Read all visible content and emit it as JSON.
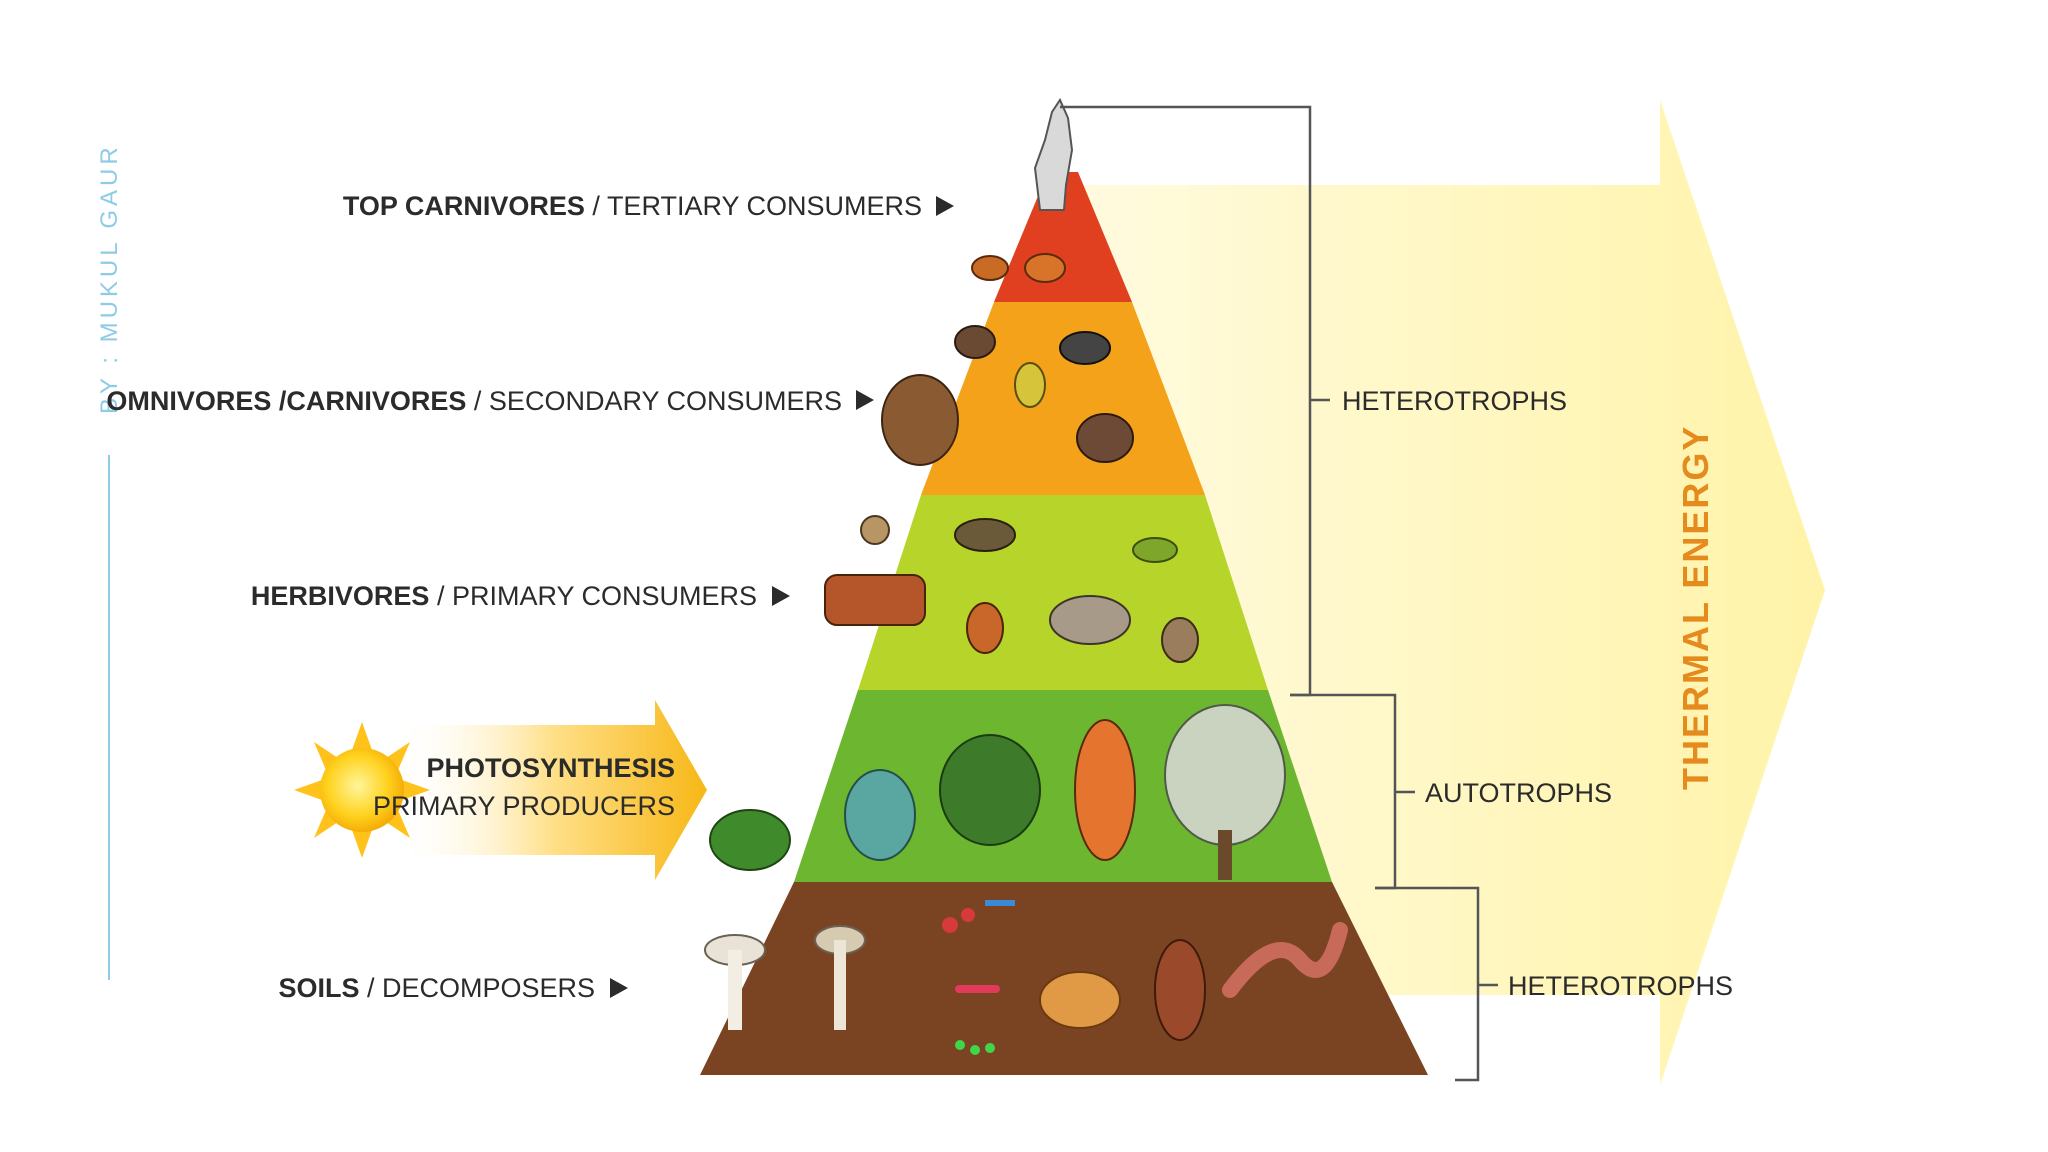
{
  "credit": "BY : MUKUL GAUR",
  "levels": [
    {
      "bold": "TOP CARNIVORES",
      "rest": " / TERTIARY CONSUMERS"
    },
    {
      "bold": "OMNIVORES /CARNIVORES",
      "rest": " / SECONDARY CONSUMERS"
    },
    {
      "bold": "HERBIVORES",
      "rest": " / PRIMARY CONSUMERS"
    },
    {
      "bold": "SOILS",
      "rest": " / DECOMPOSERS"
    }
  ],
  "photosynthesis": {
    "line1": "PHOTOSYNTHESIS",
    "line2": "PRIMARY PRODUCERS"
  },
  "groups": {
    "heterotrophs_top": "HETEROTROPHS",
    "autotrophs": "AUTOTROPHS",
    "heterotrophs_bottom": "HETEROTROPHS"
  },
  "energy": "THERMAL ENERGY",
  "colors": {
    "tier_top": "#e0401f",
    "tier_secondary": "#f5a21b",
    "tier_primary": "#b6d42a",
    "tier_producers": "#6cb72f",
    "tier_soil": "#7a4322",
    "energy_arrow": "#fff4b0",
    "sun": "#ffc21a",
    "accent": "#8ecbe6"
  }
}
